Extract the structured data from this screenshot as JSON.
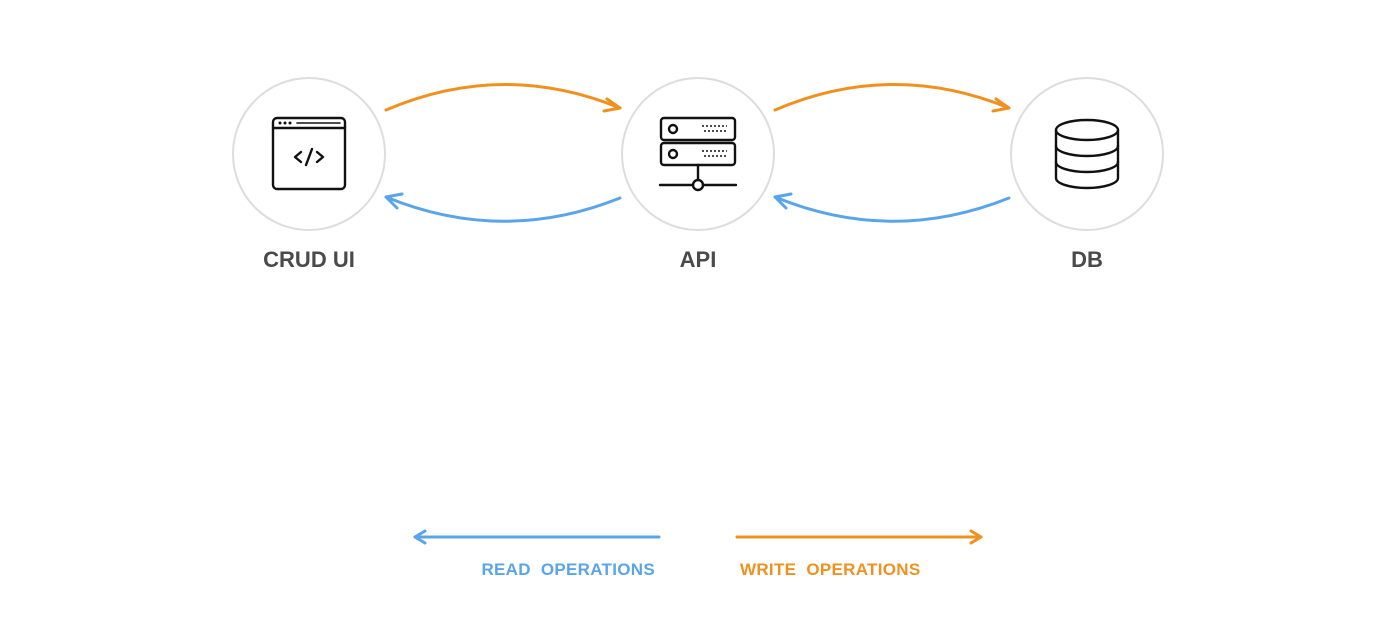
{
  "nodes": {
    "crud_ui": {
      "label": "CRUD UI",
      "icon": "code-window-icon"
    },
    "api": {
      "label": "API",
      "icon": "server-icon"
    },
    "db": {
      "label": "DB",
      "icon": "database-icon"
    }
  },
  "legend": {
    "read": {
      "label": "READ  OPERATIONS",
      "color": "#5aa4ea"
    },
    "write": {
      "label": "WRITE  OPERATIONS",
      "color": "#f0911f"
    }
  },
  "colors": {
    "read": "#5aa4ea",
    "write": "#f0911f",
    "node_border": "#dddddd",
    "label_text": "#4a4a4a"
  }
}
